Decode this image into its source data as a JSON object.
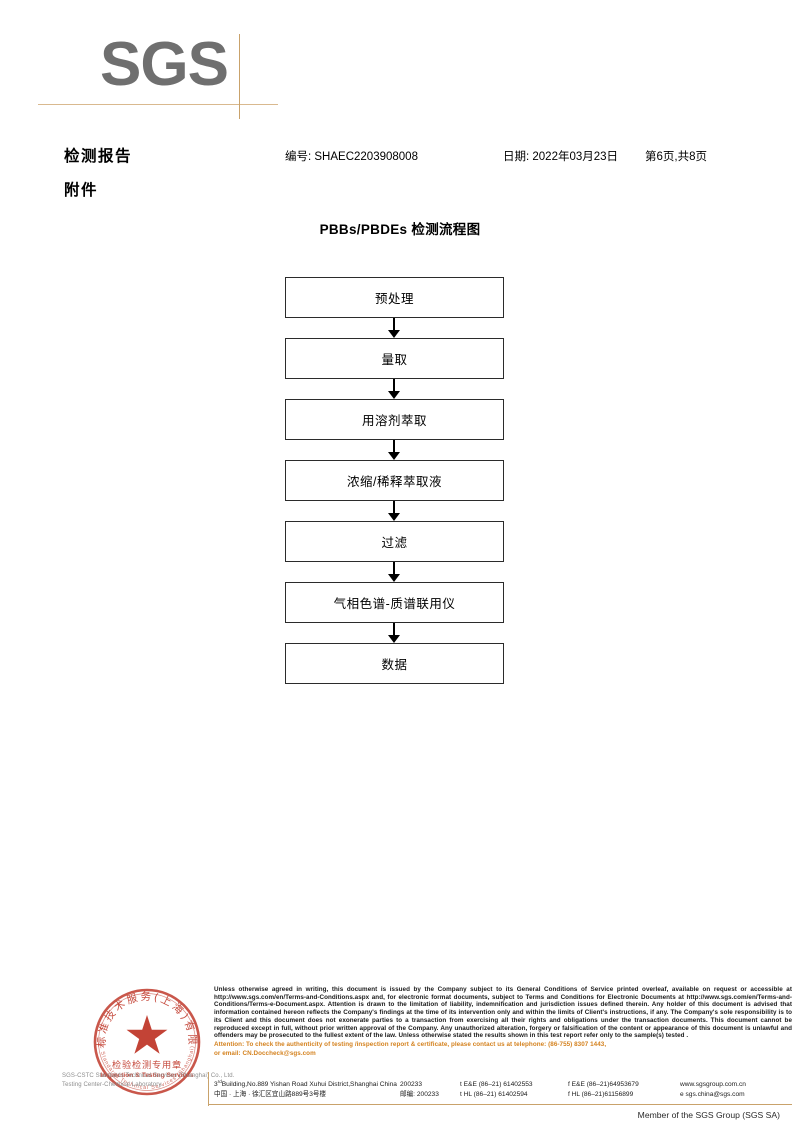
{
  "logo": {
    "wordmark": "SGS"
  },
  "header": {
    "title": "检测报告",
    "subtitle": "附件",
    "report_no": "编号: SHAEC2203908008",
    "date": "日期: 2022年03月23日",
    "page": "第6页,共8页"
  },
  "flowchart": {
    "title": "PBBs/PBDEs 检测流程图",
    "steps": [
      {
        "label": "预处理"
      },
      {
        "label": "量取"
      },
      {
        "label": "用溶剂萃取"
      },
      {
        "label": "浓缩/稀释萃取液"
      },
      {
        "label": "过滤"
      },
      {
        "label": "气相色谱-质谱联用仪"
      },
      {
        "label": "数据"
      }
    ]
  },
  "seal": {
    "outer_text": "国际标准技术服务(上海)有限公司",
    "center_line1": "检验检测专用章",
    "center_line2": "Inspection & Testing Services",
    "color": "#c0392b",
    "caption_line1": "SGS-CSTC Standards Technical Services (Shanghai) Co., Ltd.",
    "caption_line2": "Testing Center-Chemical Laboratory."
  },
  "footer": {
    "legal_paragraph": "Unless otherwise agreed in writing, this document is issued by the Company subject to its General Conditions of Service printed overleaf, available on request or accessible at http://www.sgs.com/en/Terms-and-Conditions.aspx and, for electronic format documents, subject to Terms and Conditions for Electronic Documents at http://www.sgs.com/en/Terms-and-Conditions/Terms-e-Document.aspx. Attention is drawn to the limitation of liability, indemnification and jurisdiction issues defined therein. Any holder of this document is advised that information contained hereon reflects the Company's findings at the time of its intervention only and within the limits of Client's instructions, if any. The Company's sole responsibility is to its Client and this document does not exonerate parties to a transaction from exercising all their rights and obligations under the transaction documents. This document cannot be reproduced except in full, without prior written approval of the Company. Any unauthorized alteration, forgery or falsification of the content or appearance of this document is unlawful and offenders may be prosecuted to the fullest extent of the law. Unless otherwise stated the results shown in this test report refer only to the sample(s) tested .",
    "attention_line1": "Attention: To check the authenticity of testing /inspection report & certificate, please contact us at telephone: (86-755) 8307 1443,",
    "attention_line2": "or email: CN.Doccheck@sgs.com",
    "attention_color": "#d4821f",
    "address_en": "Building,No.889 Yishan Road Xuhui District,Shanghai China",
    "address_en_prefix": "3",
    "address_en_sup": "rd",
    "address_cn": "中国 · 上海 · 徐汇区宜山路889号3号楼",
    "postcode_en": "200233",
    "postcode_cn_label": "邮编:",
    "postcode_cn": "200233",
    "tel_ee": "t E&E (86–21) 61402553",
    "fax_ee": "f E&E (86–21)64953679",
    "tel_hl": "t HL (86–21) 61402594",
    "fax_hl": "f HL (86–21)61156899",
    "website": "www.sgsgroup.com.cn",
    "email": "e  sgs.china@sgs.com",
    "member_note": "Member of the SGS Group (SGS SA)"
  }
}
